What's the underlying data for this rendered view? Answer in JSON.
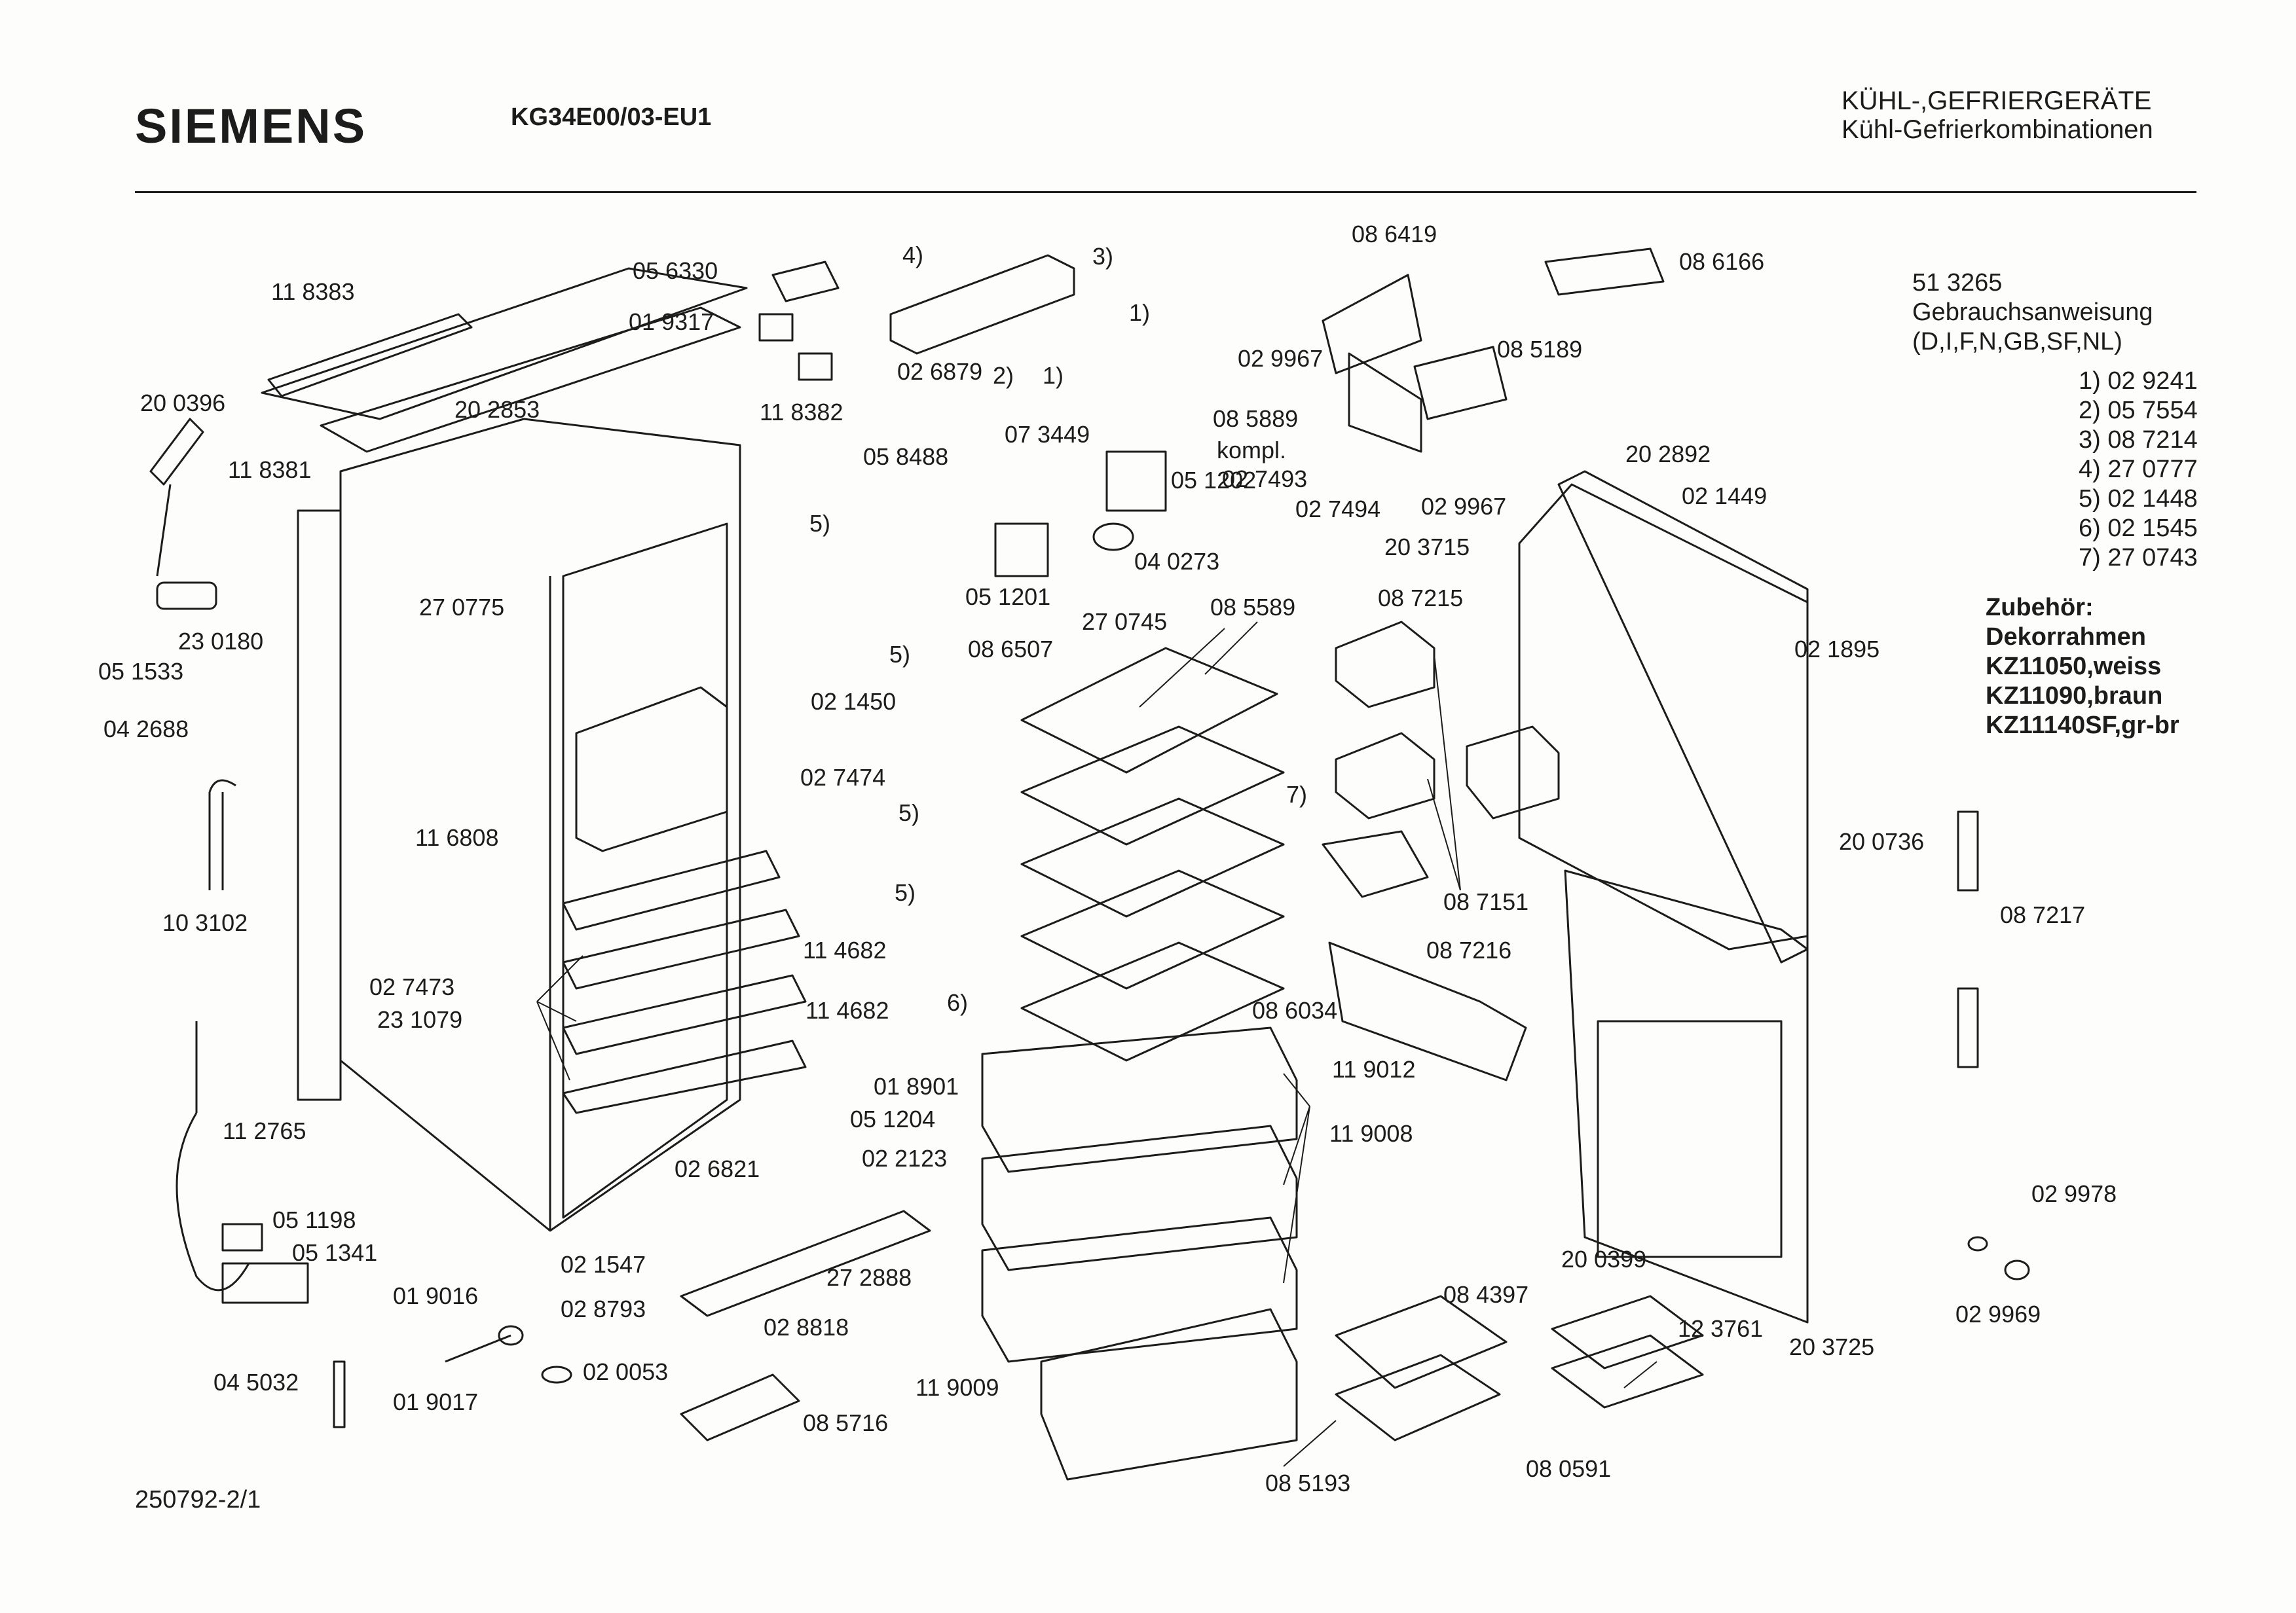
{
  "header": {
    "brand": "SIEMENS",
    "model": "KG34E00/03-EU1",
    "category_line1": "KÜHL-,GEFRIERGERÄTE",
    "category_line2": "Kühl-Gefrierkombinationen"
  },
  "manual": {
    "part_no": "51 3265",
    "title": "Gebrauchsanweisung",
    "languages": "(D,I,F,N,GB,SF,NL)"
  },
  "legend": [
    "1) 02 9241",
    "2) 05 7554",
    "3) 08 7214",
    "4) 27 0777",
    "5) 02 1448",
    "6) 02 1545",
    "7) 27 0743"
  ],
  "accessories": {
    "heading": "Zubehör:",
    "items": [
      "Dekorrahmen",
      "KZ11050,weiss",
      "KZ11090,braun",
      "KZ11140SF,gr-br"
    ]
  },
  "footer": "250792-2/1",
  "part_labels": [
    "11 8383",
    "20 0396",
    "11 8381",
    "20 2853",
    "11 8382",
    "27 0775",
    "23 0180",
    "05 1533",
    "04 2688",
    "10 3102",
    "11 6808",
    "02 7473",
    "23 1079",
    "11 2765",
    "05 1198",
    "05 1341",
    "04 5032",
    "01 9016",
    "01 9017",
    "02 0053",
    "05 6330",
    "01 9317",
    "02 6879",
    "4)",
    "3)",
    "1)",
    "2)",
    "1)",
    "05 8488",
    "5)",
    "07 3449",
    "05 1202",
    "04 0273",
    "05 1201",
    "5)",
    "02 1450",
    "02 7474",
    "5)",
    "5)",
    "6)",
    "11 4682",
    "11 4682",
    "01 8901",
    "05 1204",
    "02 2123",
    "02 6821",
    "02 1547",
    "02 8793",
    "27 2888",
    "02 8818",
    "08 5716",
    "08 6507",
    "27 0745",
    "7)",
    "08 6034",
    "11 9008",
    "11 9009",
    "08 6419",
    "08 6166",
    "02 9967",
    "08 5189",
    "08 5889",
    "kompl.",
    "02 7493",
    "02 7494",
    "02 9967",
    "08 5589",
    "08 7215",
    "20 2892",
    "02 1449",
    "20 3715",
    "02 1895",
    "08 7151",
    "08 7216",
    "11 9012",
    "20 0736",
    "08 7217",
    "20 0399",
    "20 3725",
    "08 4397",
    "12 3761",
    "08 5193",
    "08 0591",
    "02 9978",
    "02 9969"
  ]
}
